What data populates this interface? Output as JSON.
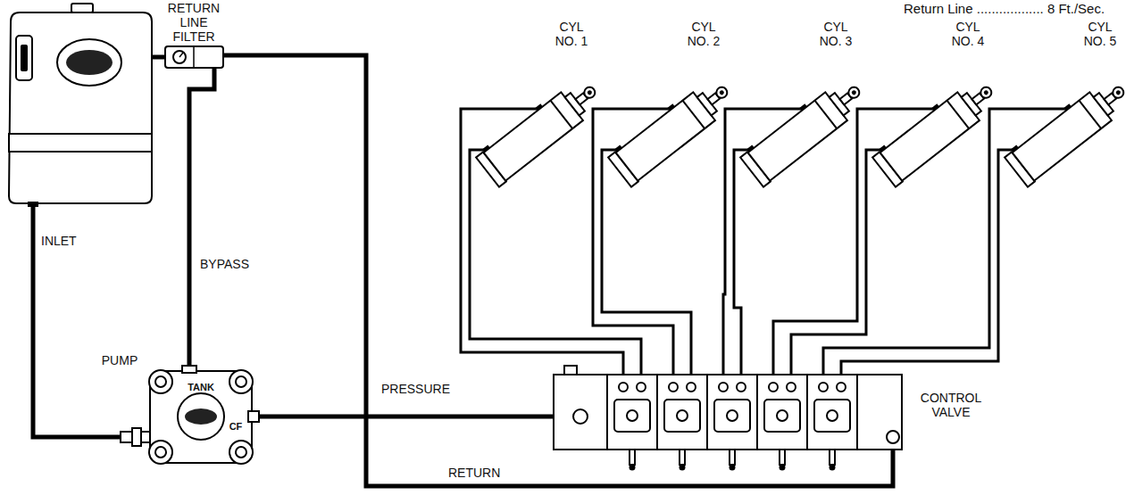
{
  "diagram": {
    "nodes": [
      {
        "text": [
          "RETURN LINE FILTER"
        ]
      },
      {
        "text": [
          "CYL NO. 1"
        ]
      },
      {
        "text": [
          "CYL NO. 2"
        ]
      },
      {
        "text": [
          "CYL NO. 3"
        ]
      },
      {
        "text": [
          "CYL NO. 4"
        ]
      },
      {
        "text": [
          "CYL NO. 5"
        ]
      },
      {
        "text": [
          "PUMP",
          "TANK",
          "CF"
        ]
      },
      {
        "text": [
          "CONTROL VALVE"
        ]
      }
    ],
    "edges": [
      {
        "from": 6,
        "to": 7,
        "arrow": "none",
        "label": "PRESSURE"
      },
      {
        "from": 6,
        "to": 0,
        "arrow": "none",
        "label": "BYPASS"
      },
      {
        "from": 7,
        "to": 0,
        "arrow": "none",
        "label": "RETURN"
      },
      {
        "from": 1,
        "to": 7,
        "arrow": "none"
      },
      {
        "from": 1,
        "to": 7,
        "arrow": "none"
      },
      {
        "from": 2,
        "to": 7,
        "arrow": "none"
      },
      {
        "from": 2,
        "to": 7,
        "arrow": "none"
      },
      {
        "from": 3,
        "to": 7,
        "arrow": "none"
      },
      {
        "from": 3,
        "to": 7,
        "arrow": "none"
      },
      {
        "from": 4,
        "to": 7,
        "arrow": "none"
      },
      {
        "from": 4,
        "to": 7,
        "arrow": "none"
      },
      {
        "from": 5,
        "to": 7,
        "arrow": "none"
      },
      {
        "from": 5,
        "to": 7,
        "arrow": "none"
      }
    ],
    "labels": [
      "Return Line .................. 8 Ft./Sec.",
      "INLET"
    ]
  }
}
